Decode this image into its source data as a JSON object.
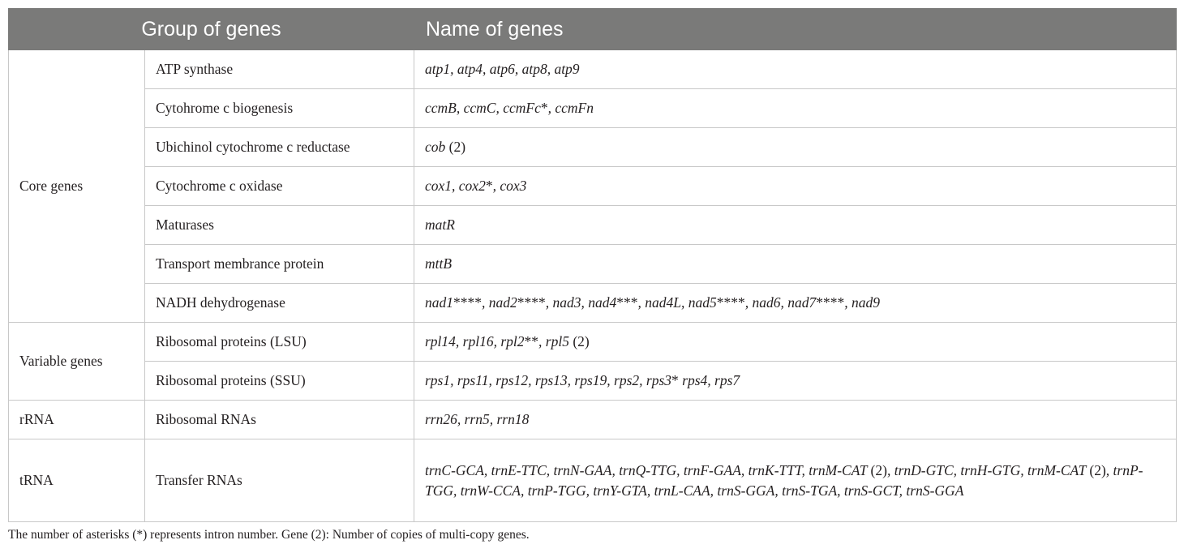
{
  "header": {
    "group": "Group of genes",
    "name": "Name of genes"
  },
  "sections": [
    {
      "label": "Core genes",
      "rows": [
        {
          "category": "ATP synthase",
          "genes": "atp1, atp4, atp6, atp8, atp9"
        },
        {
          "category": "Cytohrome c biogenesis",
          "genes": "ccmB, ccmC, ccmFc*, ccmFn"
        },
        {
          "category": "Ubichinol cytochrome c reductase",
          "genes": "cob (2)"
        },
        {
          "category": "Cytochrome c oxidase",
          "genes": "cox1, cox2*, cox3"
        },
        {
          "category": "Maturases",
          "genes": "matR"
        },
        {
          "category": "Transport membrance protein",
          "genes": "mttB"
        },
        {
          "category": "NADH dehydrogenase",
          "genes": "nad1****, nad2****, nad3, nad4***, nad4L, nad5****, nad6, nad7****, nad9"
        }
      ]
    },
    {
      "label": "Variable genes",
      "rows": [
        {
          "category": "Ribosomal proteins (LSU)",
          "genes": "rpl14, rpl16, rpl2**, rpl5 (2)"
        },
        {
          "category": "Ribosomal proteins (SSU)",
          "genes": "rps1, rps11, rps12, rps13, rps19, rps2, rps3* rps4, rps7"
        }
      ]
    },
    {
      "label": "rRNA",
      "rows": [
        {
          "category": "Ribosomal RNAs",
          "genes": "rrn26, rrn5, rrn18"
        }
      ]
    },
    {
      "label": "tRNA",
      "rows": [
        {
          "category": "Transfer RNAs",
          "genes": "trnC-GCA, trnE-TTC, trnN-GAA, trnQ-TTG, trnF-GAA, trnK-TTT, trnM-CAT (2), trnD-GTC, trnH-GTG, trnM-CAT (2), trnP-TGG, trnW-CCA, trnP-TGG, trnY-GTA, trnL-CAA, trnS-GGA, trnS-TGA, trnS-GCT, trnS-GGA"
        }
      ]
    }
  ],
  "footnote": "The number of asterisks (*) represents intron number. Gene (2): Number of copies of multi-copy genes."
}
